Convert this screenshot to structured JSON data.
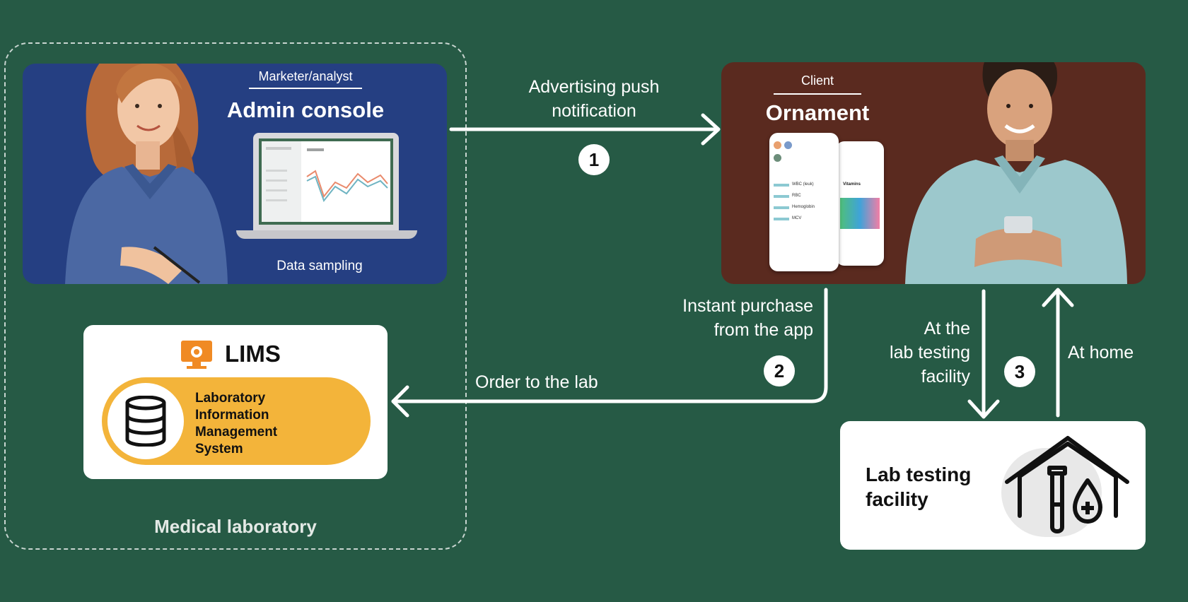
{
  "admin_card": {
    "role": "Marketer/analyst",
    "title": "Admin console",
    "caption": "Data sampling",
    "bg_color": "#253f82"
  },
  "client_card": {
    "role": "Client",
    "title": "Ornament",
    "bg_color": "#5a2a1f",
    "phone_rows": [
      "WBC (leuk)",
      "RBC",
      "Hemoglobin",
      "MCV"
    ],
    "phone_section": "Vitamins"
  },
  "lims": {
    "title": "LIMS",
    "lines": [
      "Laboratory",
      "Information",
      "Management",
      "System"
    ],
    "accent_color": "#f3b43a"
  },
  "facility": {
    "lines": [
      "Lab testing",
      "facility"
    ]
  },
  "region": {
    "label": "Medical laboratory"
  },
  "flows": {
    "push_lines": [
      "Advertising push",
      "notification"
    ],
    "purchase_lines": [
      "Instant purchase",
      "from the app"
    ],
    "order": "Order to the lab",
    "at_lab_lines": [
      "At the",
      "lab testing",
      "facility"
    ],
    "at_home": "At home"
  },
  "steps": [
    "1",
    "2",
    "3"
  ],
  "icons": [
    "database-icon",
    "lims-monitor-icon",
    "lab-house-icon",
    "test-tube-icon",
    "blood-drop-icon"
  ]
}
